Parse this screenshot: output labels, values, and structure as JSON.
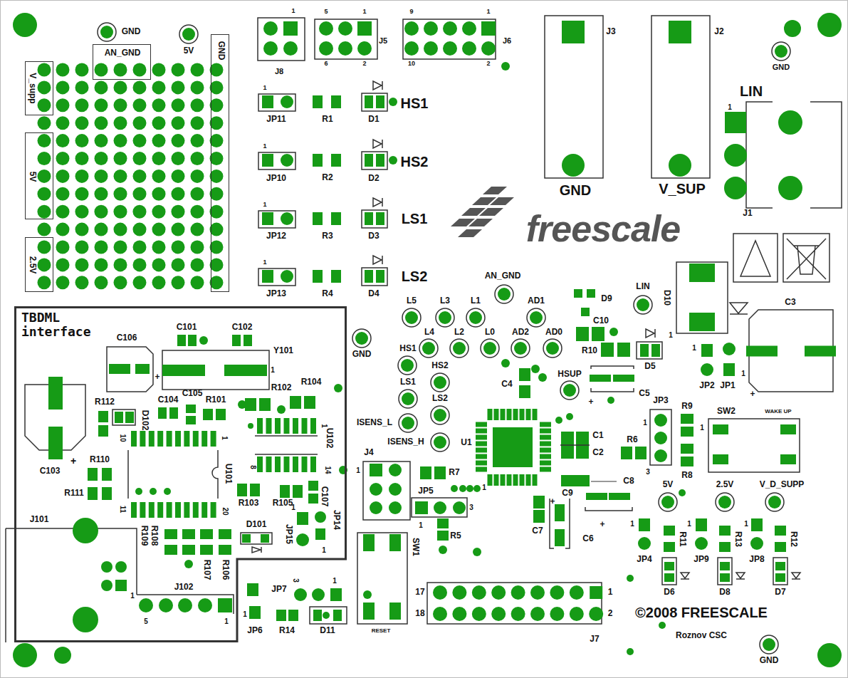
{
  "diagram": {
    "nodes": [
      {
        "text": [
          "AN_GND"
        ]
      },
      {
        "text": [
          "GND"
        ]
      },
      {
        "text": [
          "V_supp"
        ]
      },
      {
        "text": [
          "5V"
        ]
      },
      {
        "text": [
          "2.5V"
        ]
      },
      {
        "text": [
          "TBDML interface"
        ]
      }
    ],
    "labels": [
      "GND",
      "5V",
      "J8",
      "1",
      "J5",
      "5",
      "1",
      "6",
      "2",
      "J6",
      "9",
      "1",
      "10",
      "2",
      "J3",
      "J2",
      "GND",
      "V_SUP",
      "LIN",
      "1",
      "J1",
      "GND",
      "1",
      "JP11",
      "R1",
      "D1",
      "HS1",
      "1",
      "JP10",
      "R2",
      "D2",
      "HS2",
      "1",
      "JP12",
      "R3",
      "D3",
      "LS1",
      "1",
      "JP13",
      "R4",
      "D4",
      "LS2",
      "freescale",
      "AN_GND",
      "L5",
      "L3",
      "L1",
      "AD1",
      "L4",
      "L2",
      "L0",
      "AD2",
      "AD0",
      "HS1",
      "HS2",
      "LS1",
      "LS2",
      "ISENS_L",
      "ISENS_H",
      "GND",
      "D9",
      "LIN",
      "C10",
      "R10",
      "D10",
      "1",
      "C3",
      "+",
      "D5",
      "HSUP",
      "C5",
      "+",
      "C4",
      "1",
      "JP2",
      "JP1",
      "1",
      "JP3",
      "1",
      "3",
      "R9",
      "R6",
      "R8",
      "SW2",
      "WAKE UP",
      "1",
      "C1",
      "C2",
      "U1",
      "1",
      "R7",
      "C8",
      "C9",
      "+",
      "J4",
      "1",
      "JP5",
      "3",
      "1",
      "R5",
      "C7",
      "C6",
      "+",
      "5V",
      "2.5V",
      "V_D_SUPP",
      "1",
      "R11",
      "JP4",
      "1",
      "R13",
      "JP9",
      "1",
      "R12",
      "JP8",
      "D6",
      "D8",
      "D7",
      "©2008 FREESCALE",
      "Roznov CSC",
      "GND",
      "SW1",
      "RESET",
      "17",
      "18",
      "1",
      "2",
      "J7",
      "JP7",
      "3",
      "1",
      "1",
      "JP6",
      "R14",
      "D11",
      "C106",
      "+",
      "C101",
      "C102",
      "Y101",
      "1",
      "R102",
      "R104",
      "C104",
      "C105",
      "R101",
      "R112",
      "D102",
      "10",
      "1",
      "U101",
      "U102",
      "1",
      "8",
      "14",
      "C103",
      "+",
      "R110",
      "R111",
      "11",
      "20",
      "R103",
      "R105",
      "C107",
      "JP14",
      "JP15",
      "1",
      "1",
      "D101",
      "R109",
      "R108",
      "R107",
      "R106",
      "J101",
      "1",
      "J102",
      "5",
      "1"
    ]
  }
}
